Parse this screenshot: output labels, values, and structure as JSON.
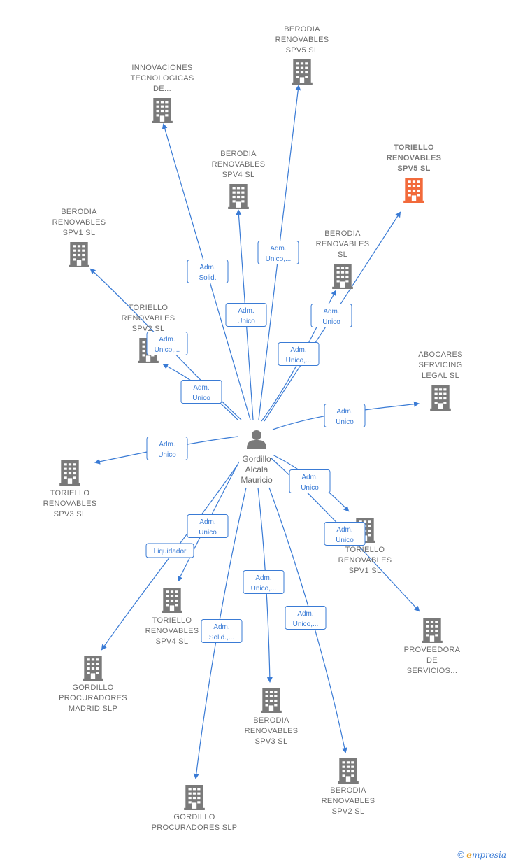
{
  "colors": {
    "edge": "#3a7bd5",
    "building": "#7a7a7a",
    "building_highlight": "#f26a3b",
    "person": "#7a7a7a"
  },
  "center": {
    "name_lines": [
      "Gordillo",
      "Alcala",
      "Mauricio"
    ],
    "icon": "person-icon"
  },
  "nodes": [
    {
      "id": "berodia-spv5",
      "lines": [
        "BERODIA",
        "RENOVABLES",
        "SPV5  SL"
      ],
      "highlight": false
    },
    {
      "id": "innovaciones",
      "lines": [
        "INNOVACIONES",
        "TECNOLOGICAS",
        "DE..."
      ],
      "highlight": false
    },
    {
      "id": "berodia-spv4",
      "lines": [
        "BERODIA",
        "RENOVABLES",
        "SPV4  SL"
      ],
      "highlight": false
    },
    {
      "id": "toriello-spv5",
      "lines": [
        "TORIELLO",
        "RENOVABLES",
        "SPV5  SL"
      ],
      "highlight": true
    },
    {
      "id": "berodia-spv1",
      "lines": [
        "BERODIA",
        "RENOVABLES",
        "SPV1  SL"
      ],
      "highlight": false
    },
    {
      "id": "berodia-sl",
      "lines": [
        "BERODIA",
        "RENOVABLES",
        "SL"
      ],
      "highlight": false
    },
    {
      "id": "toriello-spv2",
      "lines": [
        "TORIELLO",
        "RENOVABLES",
        "SPV2  SL"
      ],
      "highlight": false
    },
    {
      "id": "abocares",
      "lines": [
        "ABOCARES",
        "SERVICING",
        "LEGAL  SL"
      ],
      "highlight": false
    },
    {
      "id": "toriello-spv3",
      "lines": [
        "TORIELLO",
        "RENOVABLES",
        "SPV3  SL"
      ],
      "highlight": false
    },
    {
      "id": "toriello-spv1",
      "lines": [
        "TORIELLO",
        "RENOVABLES",
        "SPV1  SL"
      ],
      "highlight": false
    },
    {
      "id": "toriello-spv4",
      "lines": [
        "TORIELLO",
        "RENOVABLES",
        "SPV4  SL"
      ],
      "highlight": false
    },
    {
      "id": "proveedora",
      "lines": [
        "PROVEEDORA",
        "DE",
        "SERVICIOS..."
      ],
      "highlight": false
    },
    {
      "id": "gordillo-madrid",
      "lines": [
        "GORDILLO",
        "PROCURADORES",
        "MADRID  SLP"
      ],
      "highlight": false
    },
    {
      "id": "berodia-spv3",
      "lines": [
        "BERODIA",
        "RENOVABLES",
        "SPV3  SL"
      ],
      "highlight": false
    },
    {
      "id": "berodia-spv2",
      "lines": [
        "BERODIA",
        "RENOVABLES",
        "SPV2  SL"
      ],
      "highlight": false
    },
    {
      "id": "gordillo-slp",
      "lines": [
        "GORDILLO",
        "PROCURADORES SLP"
      ],
      "highlight": false
    }
  ],
  "edges": [
    {
      "to": "berodia-spv5",
      "label_lines": [
        "Adm.",
        "Unico,..."
      ]
    },
    {
      "to": "innovaciones",
      "label_lines": [
        "Adm.",
        "Solid."
      ]
    },
    {
      "to": "berodia-spv4",
      "label_lines": [
        "Adm.",
        "Unico"
      ]
    },
    {
      "to": "toriello-spv5",
      "label_lines": [
        "Adm.",
        "Unico"
      ]
    },
    {
      "to": "berodia-spv1",
      "label_lines": [
        "Adm.",
        "Unico,..."
      ]
    },
    {
      "to": "berodia-sl",
      "label_lines": [
        "Adm.",
        "Unico,..."
      ]
    },
    {
      "to": "toriello-spv2",
      "label_lines": [
        "Adm.",
        "Unico"
      ]
    },
    {
      "to": "abocares",
      "label_lines": [
        "Adm.",
        "Unico"
      ]
    },
    {
      "to": "toriello-spv3",
      "label_lines": [
        "Adm.",
        "Unico"
      ]
    },
    {
      "to": "toriello-spv1",
      "label_lines": [
        "Adm.",
        "Unico"
      ]
    },
    {
      "to": "proveedora",
      "label_lines": [
        "Adm.",
        "Unico"
      ]
    },
    {
      "to": "toriello-spv4",
      "label_lines": [
        "Adm.",
        "Unico"
      ]
    },
    {
      "to": "gordillo-madrid",
      "label_lines": [
        "Liquidador"
      ]
    },
    {
      "to": "berodia-spv3",
      "label_lines": [
        "Adm.",
        "Unico,..."
      ]
    },
    {
      "to": "berodia-spv2",
      "label_lines": [
        "Adm.",
        "Unico,..."
      ]
    },
    {
      "to": "gordillo-slp",
      "label_lines": [
        "Adm.",
        "Solid.,..."
      ]
    }
  ],
  "footer": {
    "copyright": "©",
    "brand_initial": "e",
    "brand_rest": "mpresia"
  }
}
